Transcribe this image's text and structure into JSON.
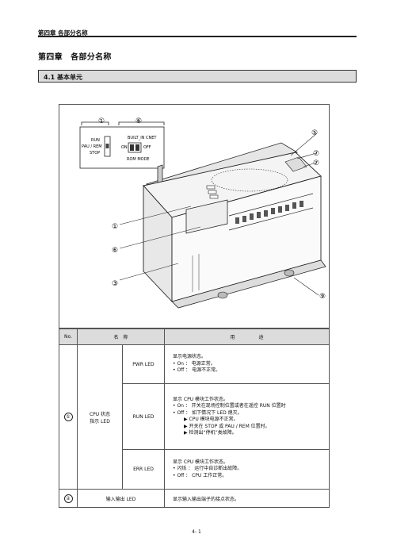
{
  "header": {
    "running_title": "第四章 各部分名称"
  },
  "page_title": "第四章　各部分名称",
  "section": {
    "title": "4.1 基本单元"
  },
  "figure": {
    "inset": {
      "callout_left": "①",
      "callout_right": "⑥",
      "switch_labels": [
        "RUN",
        "PAU / REM",
        "STOP"
      ],
      "builtin_label": "BUILT_IN CNET",
      "on_label": "ON",
      "off_label": "OFF",
      "mode_label": "ROM MODE"
    },
    "callouts": [
      "⑤",
      "⑦",
      "⑦",
      "①",
      "⑥",
      "③",
      "⑨"
    ]
  },
  "table": {
    "headers": {
      "no": "No.",
      "name": "名　称",
      "use": "用　　　　　途"
    },
    "rows": [
      {
        "no": "①",
        "name_line1": "CPU 状态",
        "name_line2": "指示 LED",
        "subrows": [
          {
            "led": "PWR LED",
            "lines": [
              "显示电源状态。",
              "• On ： 电源正常。",
              "• Off ： 电源不正常。"
            ]
          },
          {
            "led": "RUN LED",
            "lines": [
              "显示 CPU 模块工作状态。",
              "• On ： 开关在现场控制位置或者在遥控 RUN 位置时",
              "• Off ： 如下情况下 LED 熄灭。"
            ],
            "bullets": [
              "▶  CPU 模块电源不正常。",
              "▶  开关在 STOP 或 PAU / REM 位置时。",
              "▶  检测出“停机”类故障。"
            ]
          },
          {
            "led": "ERR LED",
            "lines": [
              "显示 CPU 模块工作状态。",
              "• 闪烁 ： 运行中自诊断出故障。",
              "• Off ： CPU 工作正常。"
            ]
          }
        ]
      },
      {
        "no": "②",
        "name": "输入输出 LED",
        "desc": "显示输入输出端子的接点状态。"
      }
    ]
  },
  "footer": {
    "page": "4- 1"
  }
}
